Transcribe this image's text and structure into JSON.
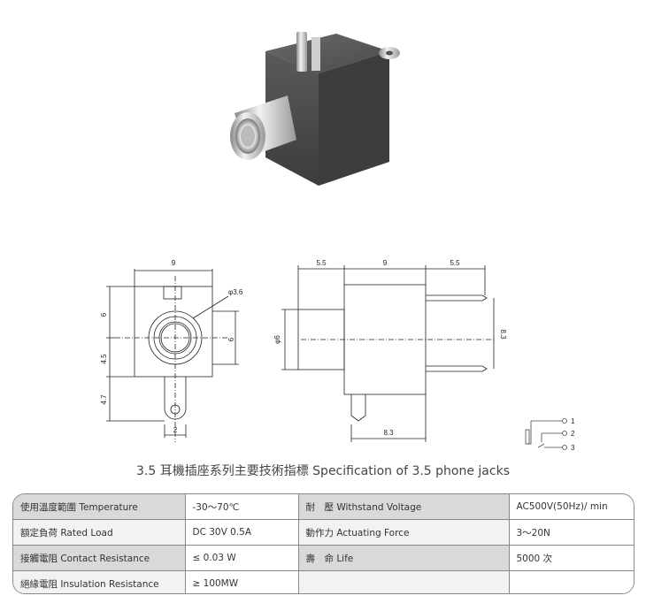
{
  "drawing_dims": {
    "front_width": "9",
    "front_hole_dia": "φ3.6",
    "front_top_height": "6",
    "front_bottom_height": "4.5",
    "front_right_height": "6",
    "front_lug_height": "4.7",
    "front_lug_width": "2",
    "side_left": "5.5",
    "side_middle": "9",
    "side_right": "5.5",
    "side_barrel_dia": "φ6",
    "side_pin_spacing": "8.3",
    "side_bottom": "8.3"
  },
  "schematic": {
    "pin1": "1",
    "pin2": "2",
    "pin3": "3"
  },
  "title": "3.5 耳機插座系列主要技術指標 Specification of 3.5 phone jacks",
  "specs": [
    {
      "label1": "使用溫度範圍 Temperature",
      "value1": "-30～70℃",
      "label2": "耐　壓 Withstand Voltage",
      "value2": "AC500V(50Hz)/ min"
    },
    {
      "label1": "額定負荷 Rated Load",
      "value1": "DC 30V 0.5A",
      "label2": "動作力 Actuating Force",
      "value2": "3～20N"
    },
    {
      "label1": "接觸電阻 Contact Resistance",
      "value1": "≤ 0.03 W",
      "label2": "壽　命 Life",
      "value2": "5000 次"
    },
    {
      "label1": "絕緣電阻 Insulation Resistance",
      "value1": "≥ 100MW",
      "label2": "",
      "value2": ""
    }
  ]
}
